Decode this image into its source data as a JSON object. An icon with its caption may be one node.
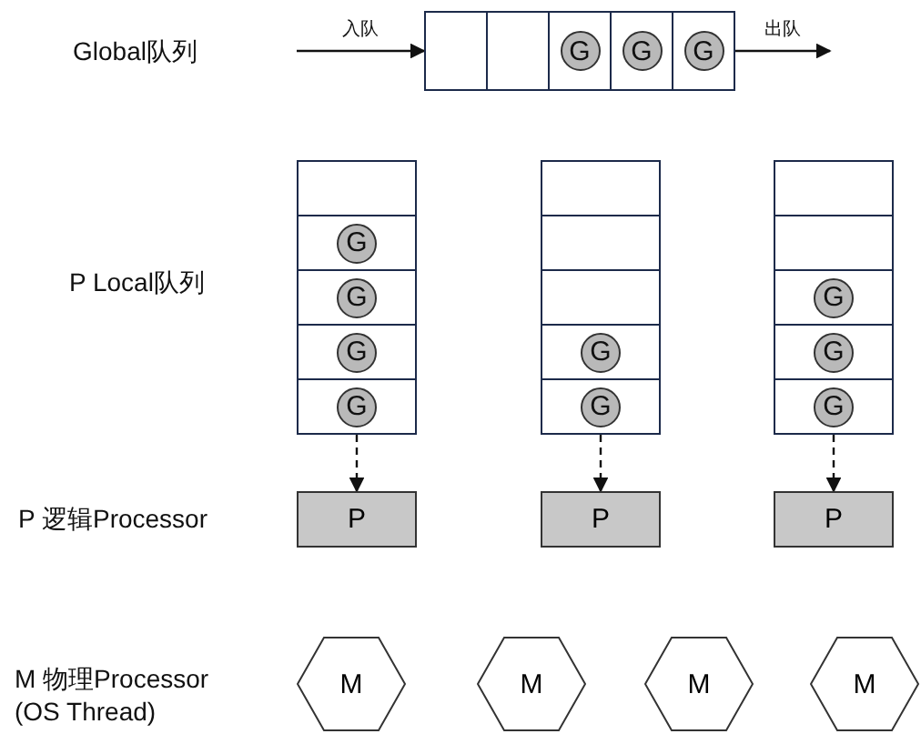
{
  "diagram": {
    "nodes": [
      {
        "text": [],
        "shape": "box"
      },
      {
        "text": [],
        "shape": "box"
      },
      {
        "text": [],
        "shape": "box"
      },
      {
        "text": [
          "G"
        ],
        "in": 2
      },
      {
        "text": [],
        "shape": "box"
      },
      {
        "text": [
          "G"
        ],
        "in": 4
      },
      {
        "text": [],
        "shape": "box"
      },
      {
        "text": [
          "G"
        ],
        "in": 6
      },
      {
        "text": [],
        "shape": "box"
      },
      {
        "text": [],
        "shape": "box"
      },
      {
        "text": [
          "G"
        ],
        "in": 9
      },
      {
        "text": [],
        "shape": "box"
      },
      {
        "text": [
          "G"
        ],
        "in": 11
      },
      {
        "text": [],
        "shape": "box"
      },
      {
        "text": [
          "G"
        ],
        "in": 13
      },
      {
        "text": [],
        "shape": "box"
      },
      {
        "text": [
          "G"
        ],
        "in": 15
      },
      {
        "text": [],
        "shape": "box"
      },
      {
        "text": [],
        "shape": "box"
      },
      {
        "text": [],
        "shape": "box"
      },
      {
        "text": [],
        "shape": "box"
      },
      {
        "text": [
          "G"
        ],
        "in": 20
      },
      {
        "text": [],
        "shape": "box"
      },
      {
        "text": [
          "G"
        ],
        "in": 22
      },
      {
        "text": [],
        "shape": "box"
      },
      {
        "text": [],
        "shape": "box"
      },
      {
        "text": [],
        "shape": "box"
      },
      {
        "text": [
          "G"
        ],
        "in": 26
      },
      {
        "text": [],
        "shape": "box"
      },
      {
        "text": [
          "G"
        ],
        "in": 28
      },
      {
        "text": [],
        "shape": "box"
      },
      {
        "text": [
          "G"
        ],
        "in": 30
      },
      {
        "text": [
          "P"
        ]
      },
      {
        "text": [
          "P"
        ]
      },
      {
        "text": [
          "P"
        ]
      },
      {
        "text": [
          "M"
        ]
      },
      {
        "text": [
          "M"
        ]
      },
      {
        "text": [
          "M"
        ]
      },
      {
        "text": [
          "M"
        ]
      }
    ],
    "edges": [
      {
        "from": null,
        "to": 0,
        "arrow": "to",
        "label": "入队"
      },
      {
        "from": 6,
        "to": null,
        "arrow": "to",
        "label": "出队"
      },
      {
        "from": 15,
        "to": 32,
        "arrow": "to",
        "style": "dashed"
      },
      {
        "from": 22,
        "to": 33,
        "arrow": "to",
        "style": "dashed"
      },
      {
        "from": 30,
        "to": 34,
        "arrow": "to",
        "style": "dashed"
      }
    ],
    "labels": [
      "Global队列",
      "P Local队列",
      "P 逻辑Processor",
      "M 物理Processor (OS Thread)"
    ]
  }
}
